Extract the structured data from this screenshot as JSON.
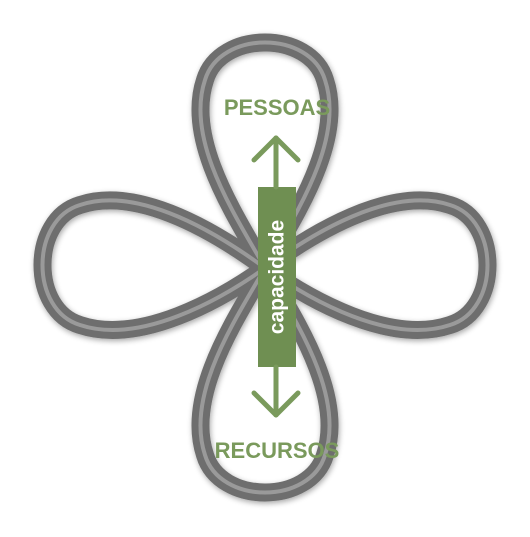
{
  "diagram": {
    "top_label": "PESSOAS",
    "bottom_label": "RECURSOS",
    "center_label": "capacidade"
  },
  "colors": {
    "loop": "#6e6e6e",
    "loop_highlight": "#9a9a9a",
    "green": "#7a9a5c",
    "green_dark": "#6f8f52",
    "white": "#ffffff"
  }
}
